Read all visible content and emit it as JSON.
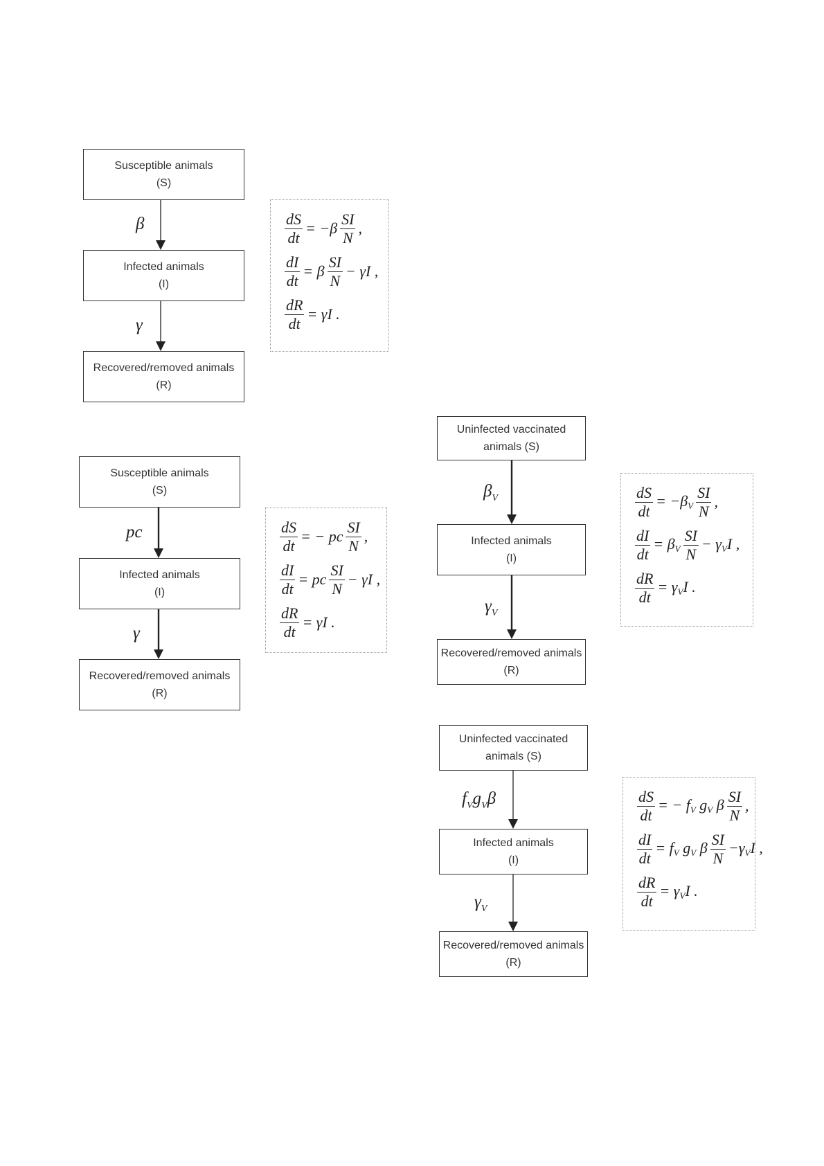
{
  "models": [
    {
      "id": "m1",
      "boxes": [
        {
          "lines": [
            "Susceptible animals",
            "(S)"
          ]
        },
        {
          "lines": [
            "Infected animals",
            "(I)"
          ]
        },
        {
          "lines": [
            "Recovered/removed animals",
            "(R)"
          ]
        }
      ],
      "rates": [
        {
          "symbol": "β",
          "sub": ""
        },
        {
          "symbol": "γ",
          "sub": ""
        }
      ],
      "equations": [
        {
          "num": "dS",
          "den": "dt",
          "pre": "= −β",
          "fnum": "SI",
          "fden": "N",
          "post": ","
        },
        {
          "num": "dI",
          "den": "dt",
          "pre": "= β",
          "fnum": "SI",
          "fden": "N",
          "post": "− γI ,"
        },
        {
          "num": "dR",
          "den": "dt",
          "pre": "= γI .",
          "fnum": "",
          "fden": "",
          "post": ""
        }
      ]
    },
    {
      "id": "m2",
      "boxes": [
        {
          "lines": [
            "Susceptible animals",
            "(S)"
          ]
        },
        {
          "lines": [
            "Infected animals",
            "(I)"
          ]
        },
        {
          "lines": [
            "Recovered/removed animals",
            "(R)"
          ]
        }
      ],
      "rates": [
        {
          "symbol": "pc",
          "sub": ""
        },
        {
          "symbol": "γ",
          "sub": ""
        }
      ],
      "equations": [
        {
          "num": "dS",
          "den": "dt",
          "pre": "= − pc",
          "fnum": "SI",
          "fden": "N",
          "post": ","
        },
        {
          "num": "dI",
          "den": "dt",
          "pre": "= pc",
          "fnum": "SI",
          "fden": "N",
          "post": "− γI ,"
        },
        {
          "num": "dR",
          "den": "dt",
          "pre": "= γI .",
          "fnum": "",
          "fden": "",
          "post": ""
        }
      ]
    },
    {
      "id": "m3",
      "boxes": [
        {
          "lines": [
            "Uninfected vaccinated",
            "animals  (S)"
          ]
        },
        {
          "lines": [
            "Infected animals",
            "(I)"
          ]
        },
        {
          "lines": [
            "Recovered/removed animals",
            "(R)"
          ]
        }
      ],
      "rates": [
        {
          "symbol": "β",
          "sub": "V"
        },
        {
          "symbol": "γ",
          "sub": "V"
        }
      ],
      "equations": [
        {
          "num": "dS",
          "den": "dt",
          "pre": "= −β",
          "preSub": "V",
          "fnum": "SI",
          "fden": "N",
          "post": ","
        },
        {
          "num": "dI",
          "den": "dt",
          "pre": "= β",
          "preSub": "V",
          "fnum": "SI",
          "fden": "N",
          "post": "− γ",
          "postSub": "V",
          "postTail": "I ,"
        },
        {
          "num": "dR",
          "den": "dt",
          "pre": "= γ",
          "preSub": "V",
          "preTail": "I .",
          "fnum": "",
          "fden": "",
          "post": ""
        }
      ]
    },
    {
      "id": "m4",
      "boxes": [
        {
          "lines": [
            "Uninfected vaccinated",
            "animals  (S)"
          ]
        },
        {
          "lines": [
            "Infected animals",
            "(I)"
          ]
        },
        {
          "lines": [
            "Recovered/removed animals",
            "(R)"
          ]
        }
      ],
      "rates": [
        {
          "symbol": "f",
          "sub": "V",
          "extra": "g",
          "extraSub": "V",
          "tail": "β"
        },
        {
          "symbol": "γ",
          "sub": "V"
        }
      ],
      "equations": [
        {
          "num": "dS",
          "den": "dt",
          "pre": "= − f",
          "preSub": "V",
          "preTail": " g",
          "preSub2": "V",
          "preTail2": " β",
          "fnum": "SI",
          "fden": "N",
          "post": ","
        },
        {
          "num": "dI",
          "den": "dt",
          "pre": "= f",
          "preSub": "V",
          "preTail": " g",
          "preSub2": "V",
          "preTail2": " β",
          "fnum": "SI",
          "fden": "N",
          "post": "−γ",
          "postSub": "V",
          "postTail": "I ,"
        },
        {
          "num": "dR",
          "den": "dt",
          "pre": "= γ",
          "preSub": "V",
          "preTail": "I .",
          "fnum": "",
          "fden": "",
          "post": ""
        }
      ]
    }
  ]
}
